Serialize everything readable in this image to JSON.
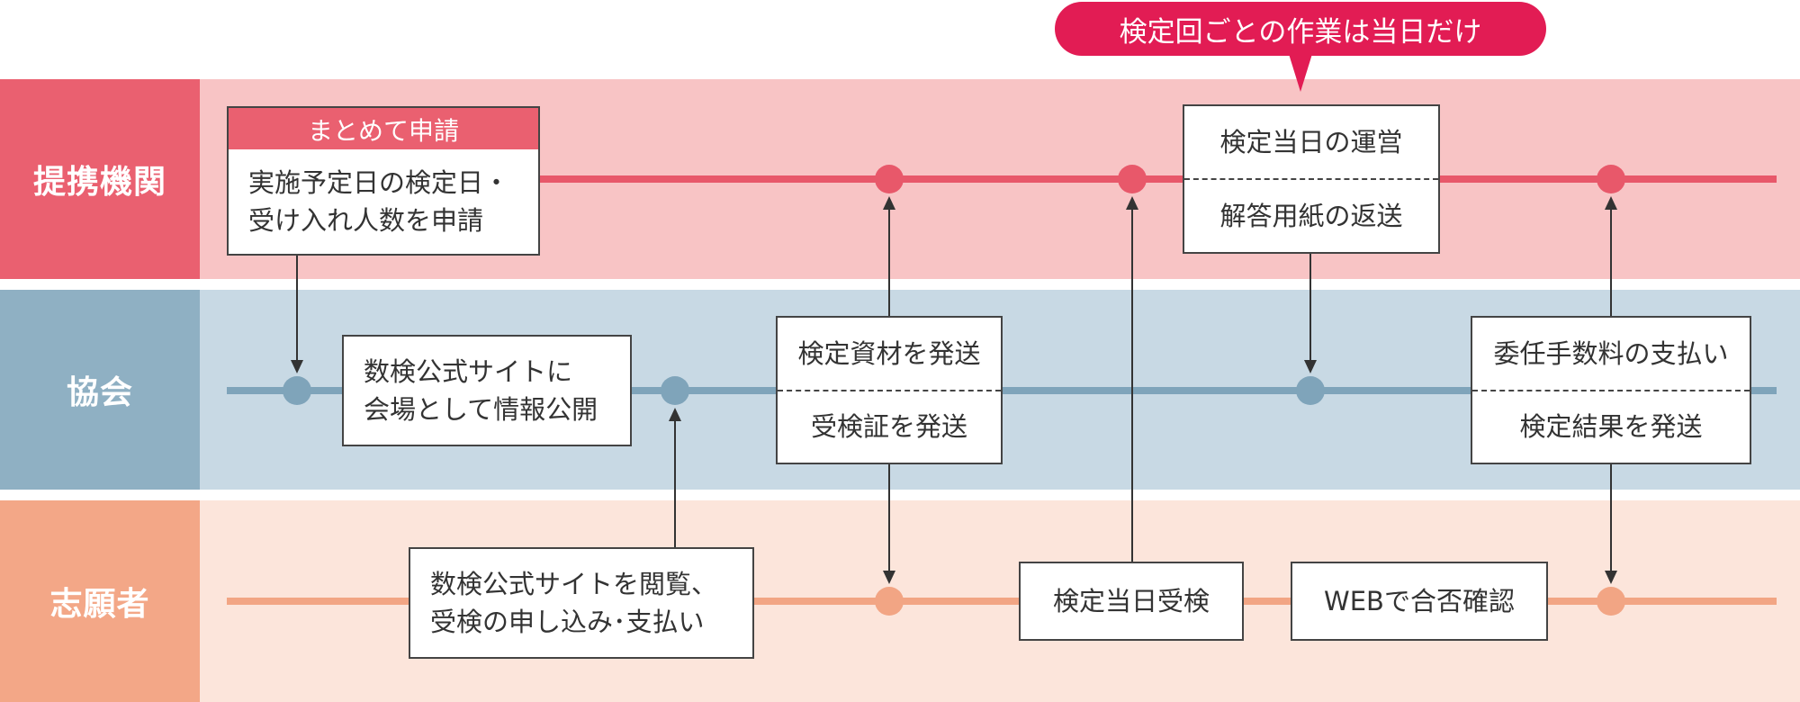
{
  "callout": {
    "text": "検定回ごとの作業は当日だけ"
  },
  "lanes": {
    "partner": {
      "label": "提携機関",
      "bg": "#f8c4c5",
      "label_bg": "#ea6070",
      "track": "#e8586a"
    },
    "association": {
      "label": "協会",
      "bg": "#c8d9e4",
      "label_bg": "#8fb0c3",
      "track": "#7fa4ba"
    },
    "applicant": {
      "label": "志願者",
      "bg": "#fce5db",
      "label_bg": "#f3a787",
      "track": "#f2a584"
    }
  },
  "boxes": {
    "apply": {
      "header": "まとめて申請",
      "lines": [
        "実施予定日の検定日・",
        "受け入れ人数を申請"
      ]
    },
    "publish": {
      "lines": [
        "数検公式サイトに",
        "会場として情報公開"
      ]
    },
    "browse": {
      "lines": [
        "数検公式サイトを閲覧、",
        "受検の申し込み･支払い"
      ]
    },
    "ship_materials": {
      "top": "検定資材を発送",
      "bottom": "受検証を発送"
    },
    "exam_day_operation": {
      "top": "検定当日の運営",
      "bottom": "解答用紙の返送"
    },
    "take_exam": {
      "lines": [
        "検定当日受検"
      ]
    },
    "check_results": {
      "lines": [
        "WEBで合否確認"
      ]
    },
    "fee_results": {
      "top": "委任手数料の支払い",
      "bottom": "検定結果を発送"
    }
  }
}
